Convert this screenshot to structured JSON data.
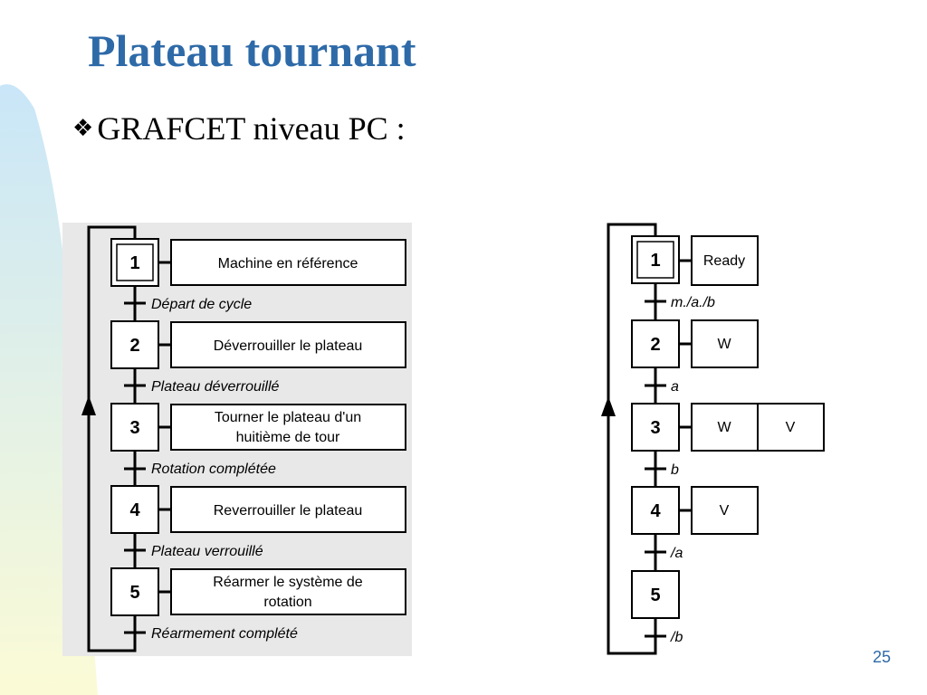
{
  "slide": {
    "title": "Plateau tournant",
    "bullet_text": "GRAFCET niveau PC :",
    "page_number": "25",
    "accent_color": "#2e6aa8"
  },
  "grafcet_pc": {
    "steps": [
      {
        "num": "1",
        "initial": true,
        "action": "Machine en référence"
      },
      {
        "num": "2",
        "initial": false,
        "action": "Déverrouiller le plateau"
      },
      {
        "num": "3",
        "initial": false,
        "action": "Tourner le plateau d'un huitième de tour"
      },
      {
        "num": "4",
        "initial": false,
        "action": "Reverrouiller le plateau"
      },
      {
        "num": "5",
        "initial": false,
        "action": "Réarmer le système de rotation"
      }
    ],
    "transitions": [
      "Départ de cycle",
      "Plateau déverrouillé",
      "Rotation complétée",
      "Plateau verrouillé",
      "Réarmement complété"
    ]
  },
  "grafcet_po": {
    "steps": [
      {
        "num": "1",
        "initial": true,
        "actions": [
          "Ready"
        ]
      },
      {
        "num": "2",
        "initial": false,
        "actions": [
          "W"
        ]
      },
      {
        "num": "3",
        "initial": false,
        "actions": [
          "W",
          "V"
        ]
      },
      {
        "num": "4",
        "initial": false,
        "actions": [
          "V"
        ]
      },
      {
        "num": "5",
        "initial": false,
        "actions": []
      }
    ],
    "transitions": [
      "m./a./b",
      "a",
      "b",
      "/a",
      "/b"
    ]
  }
}
